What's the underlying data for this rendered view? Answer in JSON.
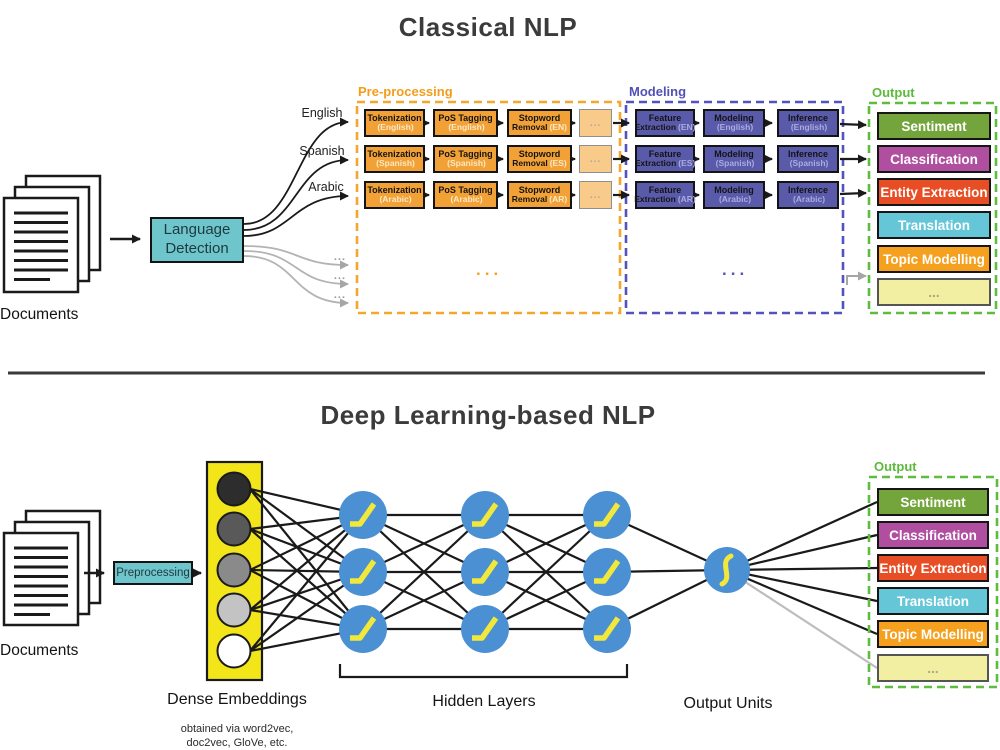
{
  "misc": {
    "dots": "..."
  },
  "colors": {
    "accent_orange": "#F5A62D",
    "accent_blue": "#5353C0",
    "accent_green": "#5DBE3D",
    "step_orange_fill": "#F2A136",
    "step_orange_light_fill": "#F8CB8B",
    "step_blue_fill": "#5A5AAA",
    "cyan_box_fill": "#6EC6CC",
    "embeddings_yellow": "#F2E61A",
    "node_blue": "#4A90D2",
    "node_curve_yellow": "#F2E73B",
    "gray_line": "#aaaaaa",
    "black_line": "#1a1a1a"
  },
  "classical": {
    "title": "Classical NLP",
    "documents_label": "Documents",
    "language_detection_line1": "Language",
    "language_detection_line2": "Detection",
    "languages": [
      "English",
      "Spanish",
      "Arabic"
    ],
    "preprocessing": {
      "label": "Pre-processing",
      "rows": [
        {
          "steps": [
            {
              "d1": "Tokenization",
              "d2": "",
              "l2": "(English)"
            },
            {
              "d1": "PoS Tagging",
              "d2": "",
              "l2": "(English)"
            },
            {
              "d1": "Stopword",
              "d2": "Removal",
              "l2": "(EN)"
            }
          ]
        },
        {
          "steps": [
            {
              "d1": "Tokenization",
              "d2": "",
              "l2": "(Spanish)"
            },
            {
              "d1": "PoS Tagging",
              "d2": "",
              "l2": "(Spanish)"
            },
            {
              "d1": "Stopword",
              "d2": "Removal",
              "l2": "(ES)"
            }
          ]
        },
        {
          "steps": [
            {
              "d1": "Tokenization",
              "d2": "",
              "l2": "(Arabic)"
            },
            {
              "d1": "PoS Tagging",
              "d2": "",
              "l2": "(Arabic)"
            },
            {
              "d1": "Stopword",
              "d2": "Removal",
              "l2": "(AR)"
            }
          ]
        }
      ]
    },
    "modeling": {
      "label": "Modeling",
      "rows": [
        {
          "steps": [
            {
              "d1": "Feature",
              "d2": "Extraction",
              "l2": "(EN)"
            },
            {
              "d1": "Modeling",
              "d2": "",
              "l2": "(English)"
            },
            {
              "d1": "Inference",
              "d2": "",
              "l2": "(English)"
            }
          ]
        },
        {
          "steps": [
            {
              "d1": "Feature",
              "d2": "Extraction",
              "l2": "(ES)"
            },
            {
              "d1": "Modeling",
              "d2": "",
              "l2": "(Spanish)"
            },
            {
              "d1": "Inference",
              "d2": "",
              "l2": "(Spanish)"
            }
          ]
        },
        {
          "steps": [
            {
              "d1": "Feature",
              "d2": "Extraction",
              "l2": "(AR)"
            },
            {
              "d1": "Modeling",
              "d2": "",
              "l2": "(Arabic)"
            },
            {
              "d1": "Inference",
              "d2": "",
              "l2": "(Arabic)"
            }
          ]
        }
      ]
    }
  },
  "output_panel": {
    "label": "Output",
    "items": [
      {
        "label": "Sentiment",
        "bg": "#74A53C",
        "fg": "#ffffff"
      },
      {
        "label": "Classification",
        "bg": "#B04FA0",
        "fg": "#ffffff"
      },
      {
        "label": "Entity Extraction",
        "bg": "#E84E25",
        "fg": "#ffffff"
      },
      {
        "label": "Translation",
        "bg": "#64C6D6",
        "fg": "#ffffff"
      },
      {
        "label": "Topic Modelling",
        "bg": "#F5A01F",
        "fg": "#ffffff"
      },
      {
        "label": "...",
        "bg": "#F2EFA3",
        "fg": "#A9A77B"
      }
    ]
  },
  "deep": {
    "title": "Deep Learning-based NLP",
    "documents_label": "Documents",
    "preprocessing_label": "Preprocessing",
    "dense_embeddings_label": "Dense Embeddings",
    "dense_embeddings_note_line1": "obtained via word2vec,",
    "dense_embeddings_note_line2": "doc2vec, GloVe, etc.",
    "hidden_layers_label": "Hidden Layers",
    "output_units_label": "Output Units",
    "embedding_shades": [
      "#2d2d2d",
      "#595959",
      "#8a8a8a",
      "#c3c3c3",
      "#ffffff"
    ]
  }
}
